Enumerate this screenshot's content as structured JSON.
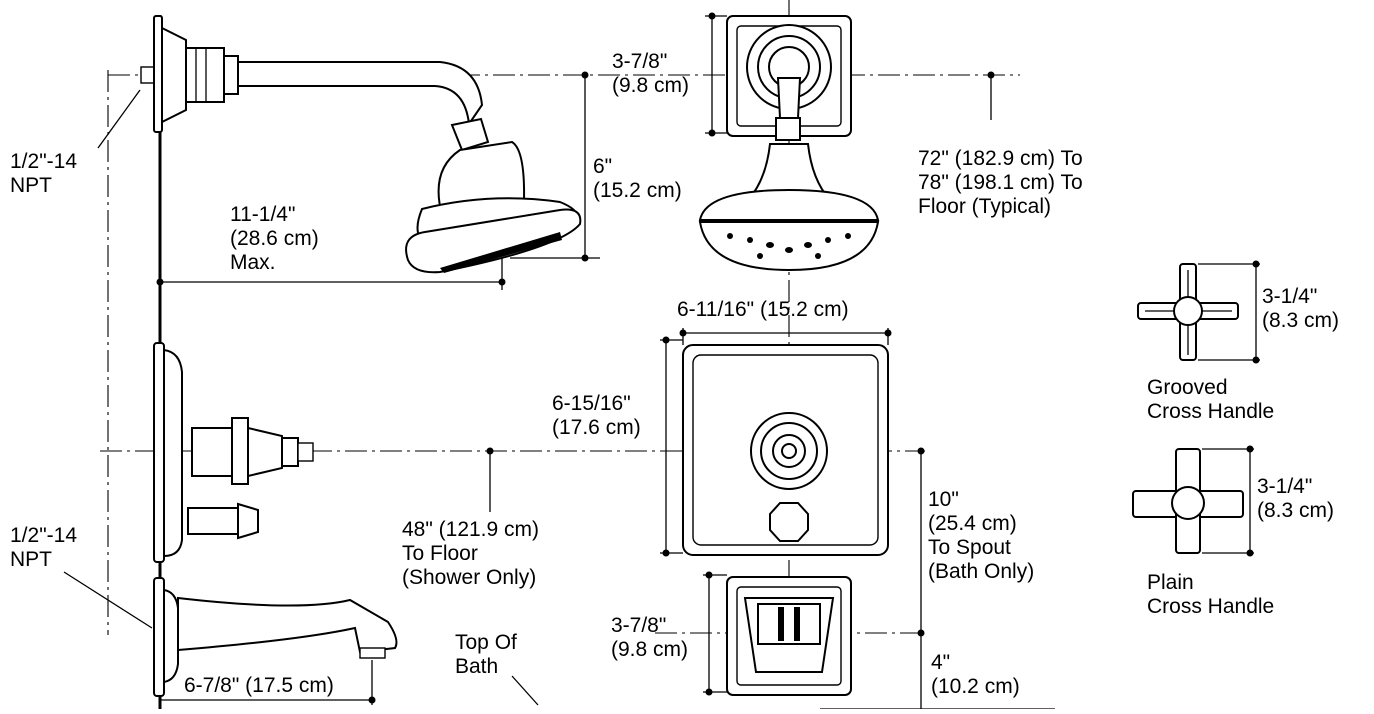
{
  "labels": {
    "shower_inlet_pipe": [
      "1/2\"-14",
      "NPT"
    ],
    "shower_arm_projection": [
      "11-1/4\"",
      "(28.6 cm)",
      "Max."
    ],
    "shower_drop": [
      "6\"",
      "(15.2 cm)"
    ],
    "shower_flange_size": [
      "3-7/8\"",
      "(9.8 cm)"
    ],
    "shower_height": [
      "72\" (182.9 cm) To",
      "78\" (198.1 cm) To",
      "Floor (Typical)"
    ],
    "valve_plate_width": [
      "6-11/16\" (15.2 cm)"
    ],
    "valve_plate_height": [
      "6-15/16\"",
      "(17.6 cm)"
    ],
    "valve_height": [
      "48\" (121.9 cm)",
      "To Floor",
      "(Shower Only)"
    ],
    "spout_inlet_pipe": [
      "1/2\"-14",
      "NPT"
    ],
    "valve_to_spout": [
      "10\"",
      "(25.4 cm)",
      "To Spout",
      "(Bath Only)"
    ],
    "spout_flange_size": [
      "3-7/8\"",
      "(9.8 cm)"
    ],
    "spout_above_bath": [
      "4\"",
      "(10.2 cm)"
    ],
    "spout_projection": [
      "6-7/8\" (17.5 cm)"
    ],
    "top_of_bath": [
      "Top Of",
      "Bath"
    ],
    "grooved_handle_size": [
      "3-1/4\"",
      "(8.3 cm)"
    ],
    "grooved_handle_name": [
      "Grooved",
      "Cross Handle"
    ],
    "plain_handle_size": [
      "3-1/4\"",
      "(8.3 cm)"
    ],
    "plain_handle_name": [
      "Plain",
      "Cross Handle"
    ]
  }
}
